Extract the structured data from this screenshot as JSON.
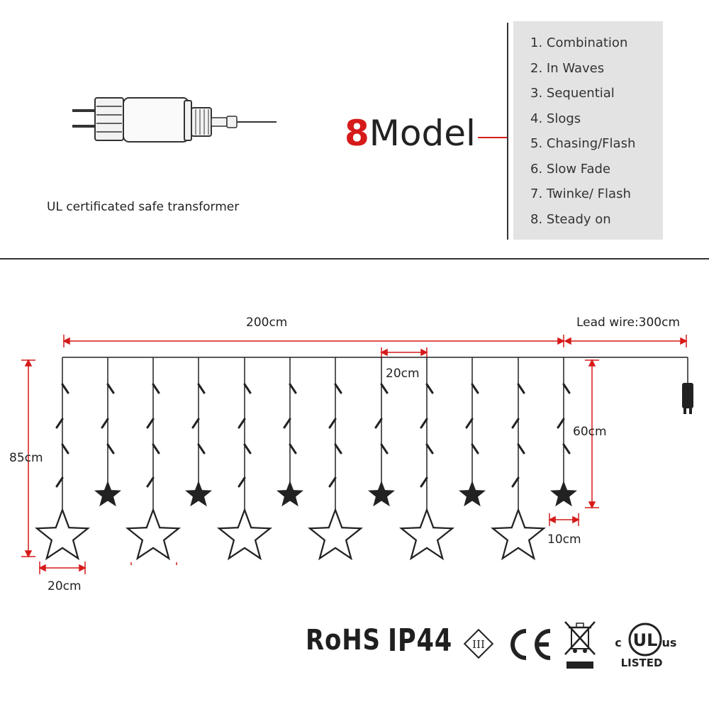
{
  "transformer": {
    "caption": "UL certificated safe transformer"
  },
  "model": {
    "number": "8",
    "word": "Model"
  },
  "modes": [
    "1. Combination",
    "2. In Waves",
    "3. Sequential",
    "4. Slogs",
    "5. Chasing/Flash",
    "6. Slow Fade",
    "7. Twinke/ Flash",
    "8. Steady on"
  ],
  "dimensions": {
    "total_width": "200cm",
    "lead_wire": "Lead wire:300cm",
    "spacing": "20cm",
    "total_height": "85cm",
    "short_strand": "60cm",
    "small_star": "10cm",
    "big_star": "20cm"
  },
  "certifications": {
    "rohs": "RoHS",
    "ip": "IP44",
    "class": "III",
    "ce": "CE",
    "ul_c": "c",
    "ul_mark": "UL",
    "ul_us": "us",
    "ul_listed": "LISTED"
  },
  "colors": {
    "accent": "#d61a1a",
    "wire": "#222222",
    "panel": "#e3e3e3"
  }
}
